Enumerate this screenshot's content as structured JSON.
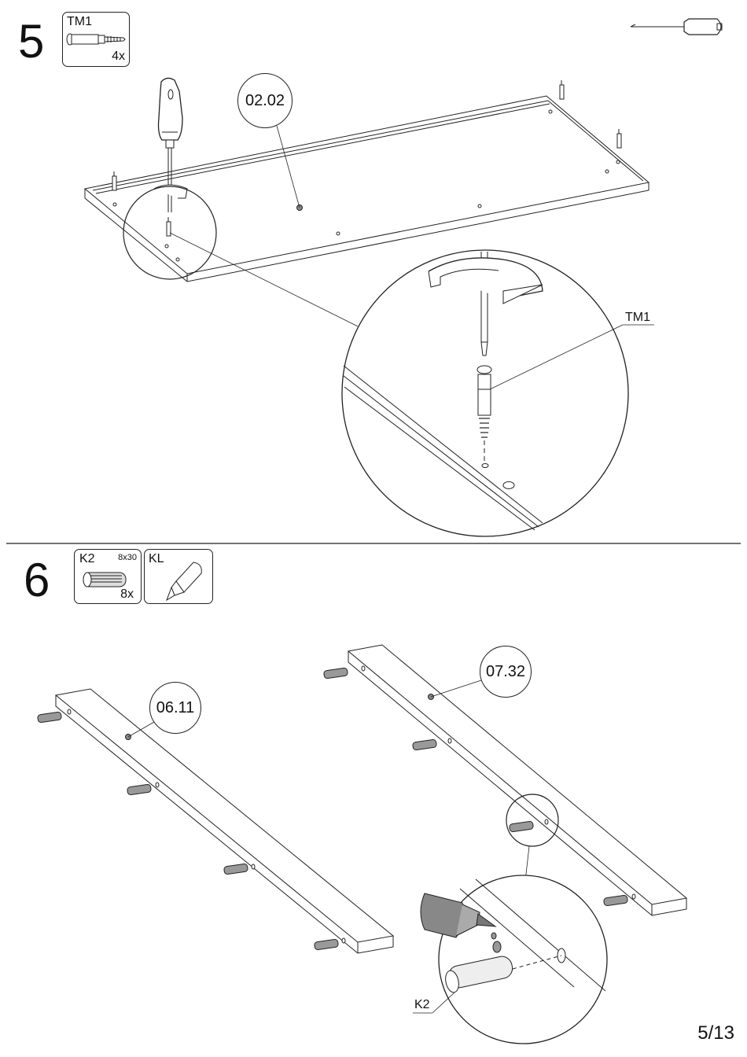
{
  "step5": {
    "number": "5",
    "part": {
      "code": "TM1",
      "qty": "4x"
    },
    "callout_panel": "02.02",
    "detail_label": "TM1",
    "icons": [
      "screwdriver-icon",
      "cam-bolt-icon"
    ]
  },
  "step6": {
    "number": "6",
    "dowel_part": {
      "code": "K2",
      "size": "8x30",
      "qty": "8x"
    },
    "glue_part": {
      "code": "KL"
    },
    "callout_left": "06.11",
    "callout_right": "07.32",
    "detail_label": "K2",
    "icons": [
      "dowel-icon",
      "glue-bottle-icon"
    ]
  },
  "footer": {
    "page": "5/13"
  }
}
